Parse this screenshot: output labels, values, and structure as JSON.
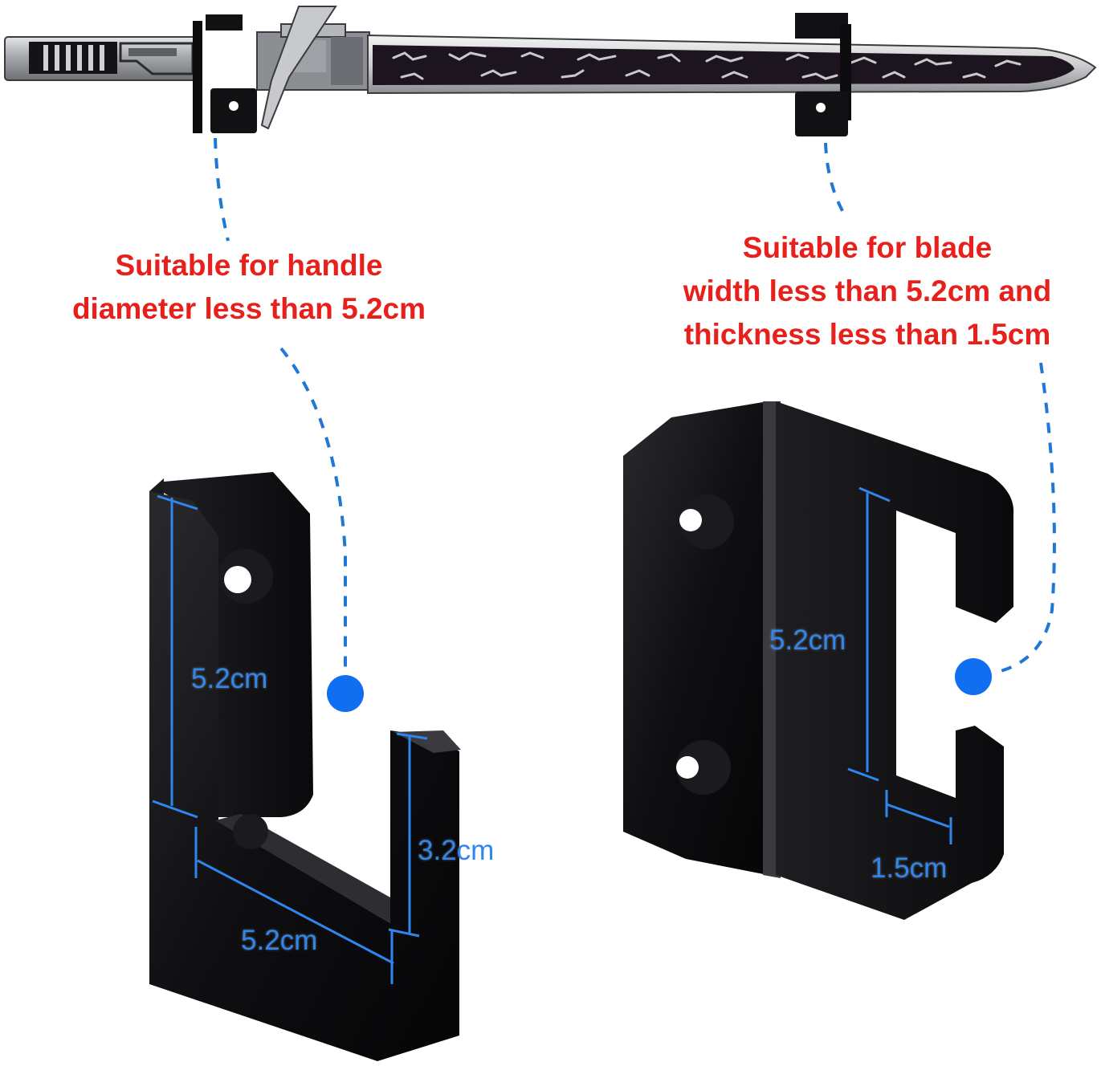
{
  "captions": {
    "handle": {
      "line1": "Suitable for handle",
      "line2": "diameter less than 5.2cm"
    },
    "blade": {
      "line1": "Suitable for blade",
      "line2": "width less than 5.2cm and",
      "line3": "thickness less than 1.5cm"
    }
  },
  "dimensions": {
    "left_hook": {
      "height": "5.2cm",
      "depth": "3.2cm",
      "width": "5.2cm"
    },
    "right_hook": {
      "height": "5.2cm",
      "thickness": "1.5cm"
    }
  },
  "colors": {
    "caption_text": "#e8201c",
    "dimension_text": "#2f86ee",
    "leader_line": "#1f78d6",
    "hook_body": "#0c0c0e",
    "blade_dark": "#1c1520",
    "blade_pattern": "#c9c9c9",
    "handle_silver": "#a9abaf"
  }
}
